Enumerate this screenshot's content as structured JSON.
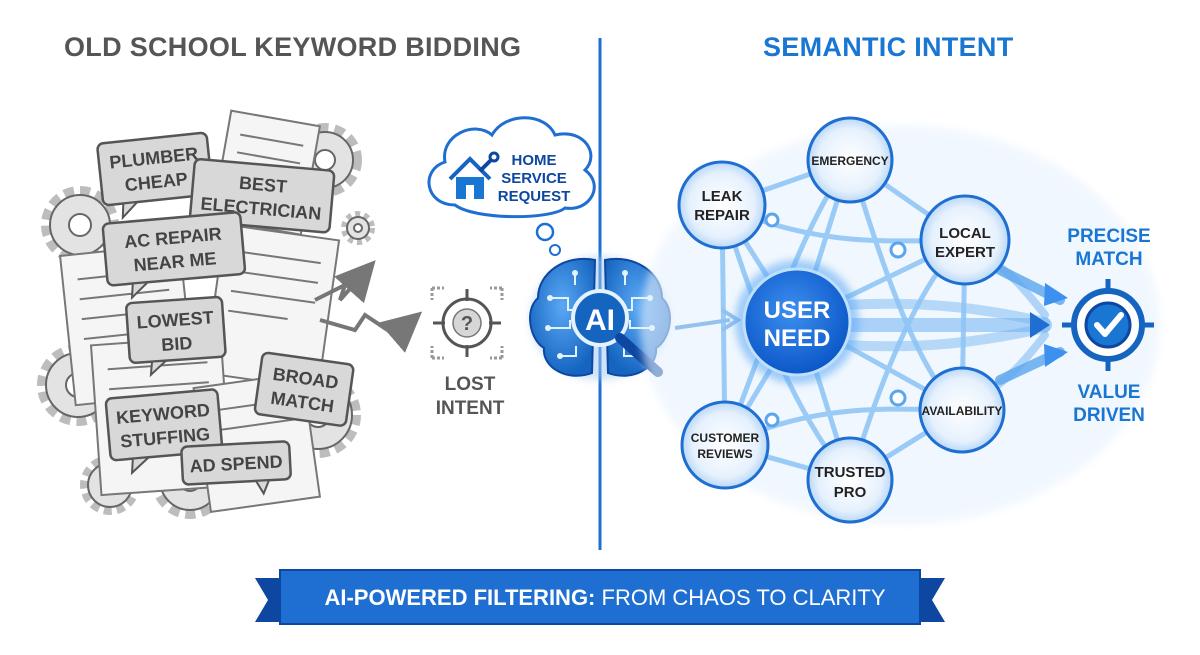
{
  "left_panel": {
    "title": "OLD SCHOOL KEYWORD BIDDING",
    "bubbles": [
      "PLUMBER",
      "CHEAP",
      "BEST",
      "ELECTRICIAN",
      "AC REPAIR",
      "NEAR ME",
      "LOWEST",
      "BID",
      "BROAD",
      "MATCH",
      "KEYWORD",
      "STUFFING",
      "AD SPEND"
    ],
    "lost_intent": [
      "LOST",
      "INTENT"
    ]
  },
  "center": {
    "thought_cloud": [
      "HOME",
      "SERVICE",
      "REQUEST"
    ],
    "ai_label": "AI",
    "icons": [
      "house-wrench-icon",
      "brain-circuit-icon",
      "magnifier-icon",
      "crosshair-question-icon"
    ]
  },
  "right_panel": {
    "title": "SEMANTIC INTENT",
    "center_node": [
      "USER",
      "NEED"
    ],
    "nodes": {
      "emergency": [
        "EMERGENCY"
      ],
      "leak_repair": [
        "LEAK",
        "REPAIR"
      ],
      "local_expert": [
        "LOCAL",
        "EXPERT"
      ],
      "availability": [
        "AVAILABILITY"
      ],
      "customer_reviews": [
        "CUSTOMER",
        "REVIEWS"
      ],
      "trusted_pro": [
        "TRUSTED",
        "PRO"
      ]
    },
    "result_top": [
      "PRECISE",
      "MATCH"
    ],
    "result_bottom": [
      "VALUE",
      "DRIVEN"
    ],
    "target_icon": "target-check-icon"
  },
  "banner": {
    "bold": "AI-POWERED FILTERING:",
    "rest": " FROM CHAOS TO CLARITY"
  },
  "colors": {
    "accent": "#1976d2",
    "dark_blue": "#0d47a1",
    "gray_text": "#555555",
    "node_fill": "#e3f0fd"
  }
}
